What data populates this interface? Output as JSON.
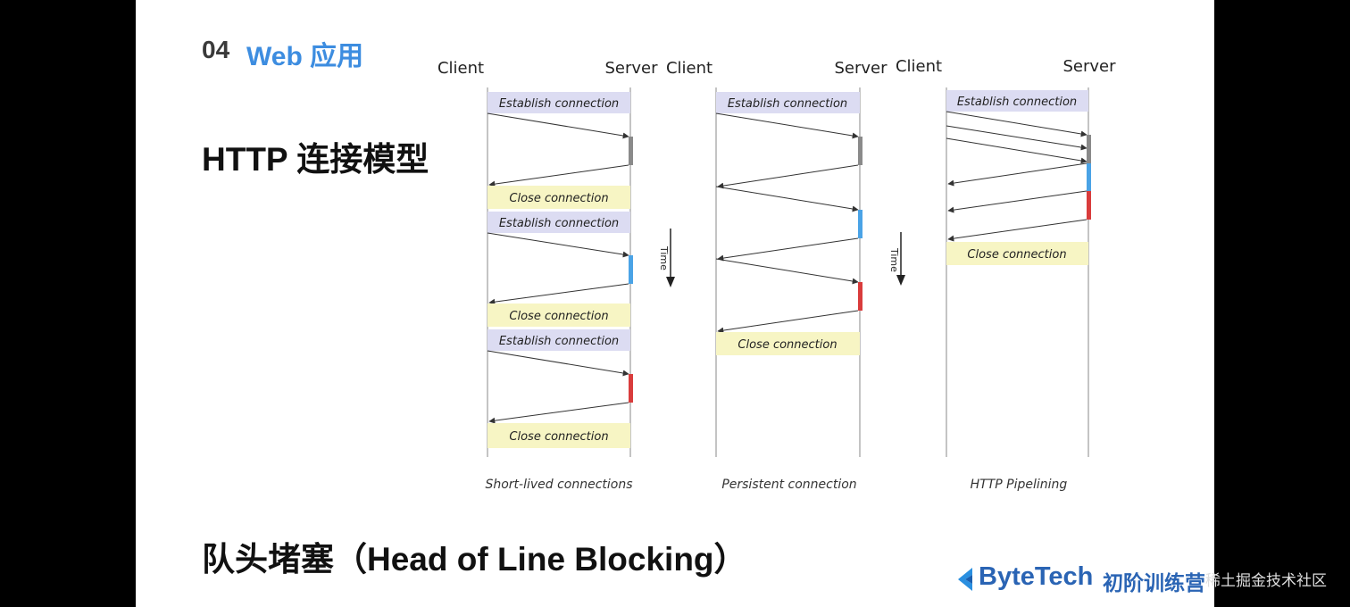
{
  "slide": {
    "section_number": "04",
    "section_title": "Web 应用",
    "heading": "HTTP 连接模型",
    "subheading": "队头堵塞（Head of Line Blocking）",
    "logo_text": "ByteTech",
    "logo_subtitle": "初阶训练营",
    "watermark": "稀土掘金技术社区"
  },
  "diagrams": [
    {
      "caption": "Short-lived connections",
      "client_label": "Client",
      "server_label": "Server",
      "boxes": [
        {
          "text": "Establish connection",
          "kind": "establish"
        },
        {
          "text": "Close connection",
          "kind": "close"
        },
        {
          "text": "Establish connection",
          "kind": "establish"
        },
        {
          "text": "Close connection",
          "kind": "close"
        },
        {
          "text": "Establish connection",
          "kind": "establish"
        },
        {
          "text": "Close connection",
          "kind": "close"
        }
      ],
      "time_label": "Time"
    },
    {
      "caption": "Persistent connection",
      "client_label": "Client",
      "server_label": "Server",
      "boxes": [
        {
          "text": "Establish connection",
          "kind": "establish"
        },
        {
          "text": "Close connection",
          "kind": "close"
        }
      ],
      "time_label": "Time"
    },
    {
      "caption": "HTTP Pipelining",
      "client_label": "Client",
      "server_label": "Server",
      "boxes": [
        {
          "text": "Establish connection",
          "kind": "establish"
        },
        {
          "text": "Close connection",
          "kind": "close"
        }
      ]
    }
  ],
  "colors": {
    "accent": "#3d8de0",
    "logo": "#2a64b4",
    "establish_box": "#dcdcf2",
    "close_box": "#f7f5c4",
    "request_gray": "#8a8a8a",
    "request_blue": "#4aa3e6",
    "request_red": "#d93c3c"
  },
  "icons": [
    "bytetech-logo-icon",
    "time-arrow-icon"
  ]
}
